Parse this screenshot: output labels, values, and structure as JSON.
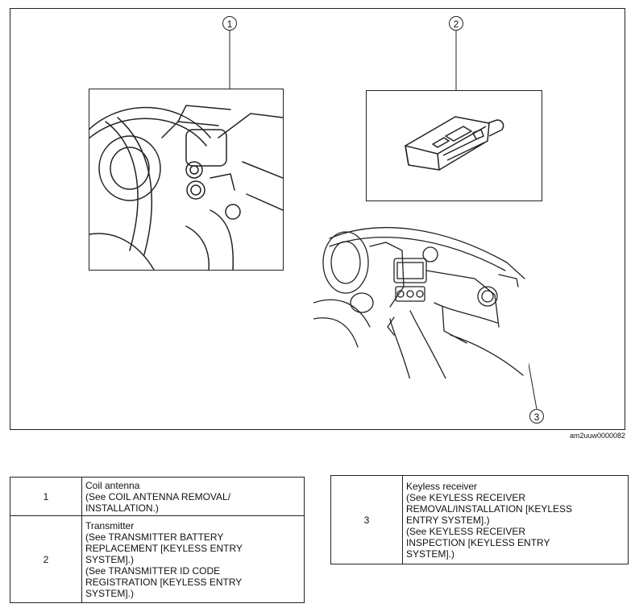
{
  "diagram": {
    "callouts": [
      "1",
      "2",
      "3"
    ],
    "figure_id": "am2uuw0000082",
    "image_names": [
      "steering-column-coil-antenna-illustration",
      "transmitter-key-illustration",
      "dashboard-keyless-receiver-illustration"
    ]
  },
  "legend_left": [
    {
      "num": "1",
      "text": "Coil antenna\n(See COIL ANTENNA REMOVAL/\nINSTALLATION.)"
    },
    {
      "num": "2",
      "text": "Transmitter\n(See TRANSMITTER BATTERY\nREPLACEMENT [KEYLESS ENTRY\nSYSTEM].)\n(See TRANSMITTER ID CODE\nREGISTRATION [KEYLESS ENTRY\nSYSTEM].)"
    }
  ],
  "legend_right": [
    {
      "num": "3",
      "text": "Keyless receiver\n(See KEYLESS RECEIVER\nREMOVAL/INSTALLATION [KEYLESS\nENTRY SYSTEM].)\n(See KEYLESS RECEIVER\nINSPECTION [KEYLESS ENTRY\nSYSTEM].)"
    }
  ]
}
